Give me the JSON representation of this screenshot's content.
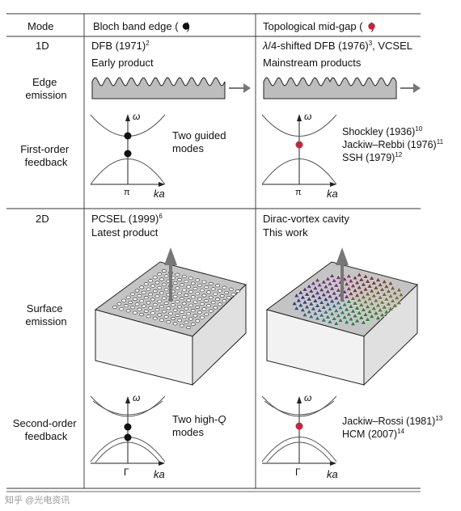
{
  "table": {
    "col_mode": "Mode",
    "col_bloch": "Bloch band edge (",
    "col_bloch_end": ")",
    "col_topo": "Topological mid-gap (",
    "col_topo_end": ")"
  },
  "row_1d": {
    "label": "1D",
    "bloch_title": "DFB (1971)",
    "bloch_title_ref": "2",
    "bloch_sub": "Early product",
    "topo_title_symbol": "λ",
    "topo_title": "/4-shifted DFB (1976)",
    "topo_title_ref": "3",
    "topo_title_tail": ", VCSEL",
    "topo_sub": "Mainstream products",
    "edge_emission": [
      "Edge",
      "emission"
    ],
    "first_order_feedback": [
      "First-order",
      "feedback"
    ],
    "bloch_note": [
      "Two guided",
      "modes"
    ],
    "axis_omega": "ω",
    "axis_pi": "π",
    "axis_ka": "ka",
    "topo_refs": [
      {
        "text": "Shockley (1936)",
        "ref": "10"
      },
      {
        "text": "Jackiw–Rebbi (1976)",
        "ref": "11"
      },
      {
        "text": "SSH (1979)",
        "ref": "12"
      }
    ]
  },
  "row_2d": {
    "label": "2D",
    "bloch_title": "PCSEL (1999)",
    "bloch_title_ref": "6",
    "bloch_sub": "Latest product",
    "topo_title": "Dirac-vortex cavity",
    "topo_sub": "This work",
    "surface_emission": [
      "Surface",
      "emission"
    ],
    "second_order_feedback": [
      "Second-order",
      "feedback"
    ],
    "bloch_note_pre": "Two high-",
    "bloch_note_q": "Q",
    "bloch_note_line2": "modes",
    "axis_gamma": "Γ",
    "topo_refs": [
      {
        "text": "Jackiw–Rossi (1981)",
        "ref": "13"
      },
      {
        "text": "HCM (2007)",
        "ref": "14"
      }
    ]
  },
  "watermark": "知乎 @光电资讯",
  "colors": {
    "dot_black": "#111111",
    "dot_red": "#c0283a",
    "arrow_gray": "#7a7a7a",
    "surface_gray": "#bdbdbd",
    "grid_line": "#888888"
  }
}
